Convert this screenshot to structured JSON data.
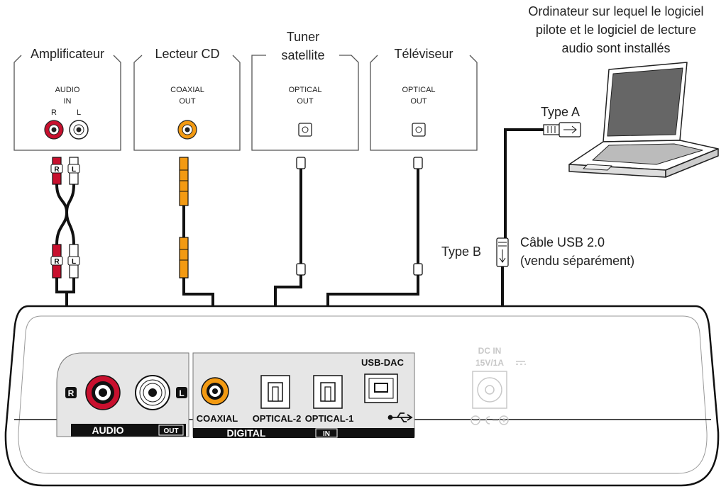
{
  "devices": {
    "amplifier": {
      "title": "Amplificateur",
      "port_line1": "AUDIO",
      "port_line2": "IN",
      "r": "R",
      "l": "L"
    },
    "cd_player": {
      "title": "Lecteur CD",
      "port_line1": "COAXIAL",
      "port_line2": "OUT"
    },
    "tuner": {
      "title_line1": "Tuner",
      "title_line2": "satellite",
      "port_line1": "OPTICAL",
      "port_line2": "OUT"
    },
    "tv": {
      "title": "Téléviseur",
      "port_line1": "OPTICAL",
      "port_line2": "OUT"
    },
    "computer": {
      "line1": "Ordinateur sur lequel le logiciel",
      "line2": "pilote et le logiciel de lecture",
      "line3": "audio sont installés"
    }
  },
  "cable": {
    "type_a": "Type A",
    "type_b": "Type B",
    "usb_line1": "Câble USB 2.0",
    "usb_line2": "(vendu séparément)"
  },
  "plugs": {
    "r": "R",
    "l": "L"
  },
  "panel": {
    "r": "R",
    "l": "L",
    "audio": "AUDIO",
    "out": "OUT",
    "coaxial": "COAXIAL",
    "optical2": "OPTICAL-2",
    "optical1": "OPTICAL-1",
    "digital": "DIGITAL",
    "in": "IN",
    "usb_dac": "USB-DAC",
    "dc_in": "DC IN",
    "dc_rating": "15V/1A"
  },
  "colors": {
    "red": "#c8102e",
    "orange": "#f39a12",
    "panel_grey": "#e6e6e6",
    "label_bar": "#111111"
  }
}
